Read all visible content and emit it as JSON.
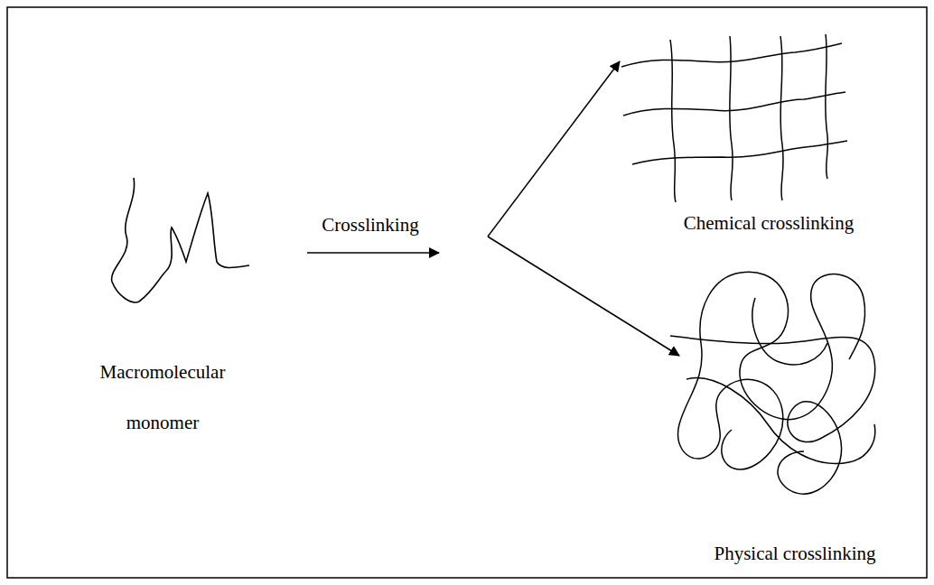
{
  "diagram": {
    "labels": [
      "Macromolecular monomer",
      "Crosslinking",
      "Chemical crosslinking",
      "Physical crosslinking"
    ]
  }
}
